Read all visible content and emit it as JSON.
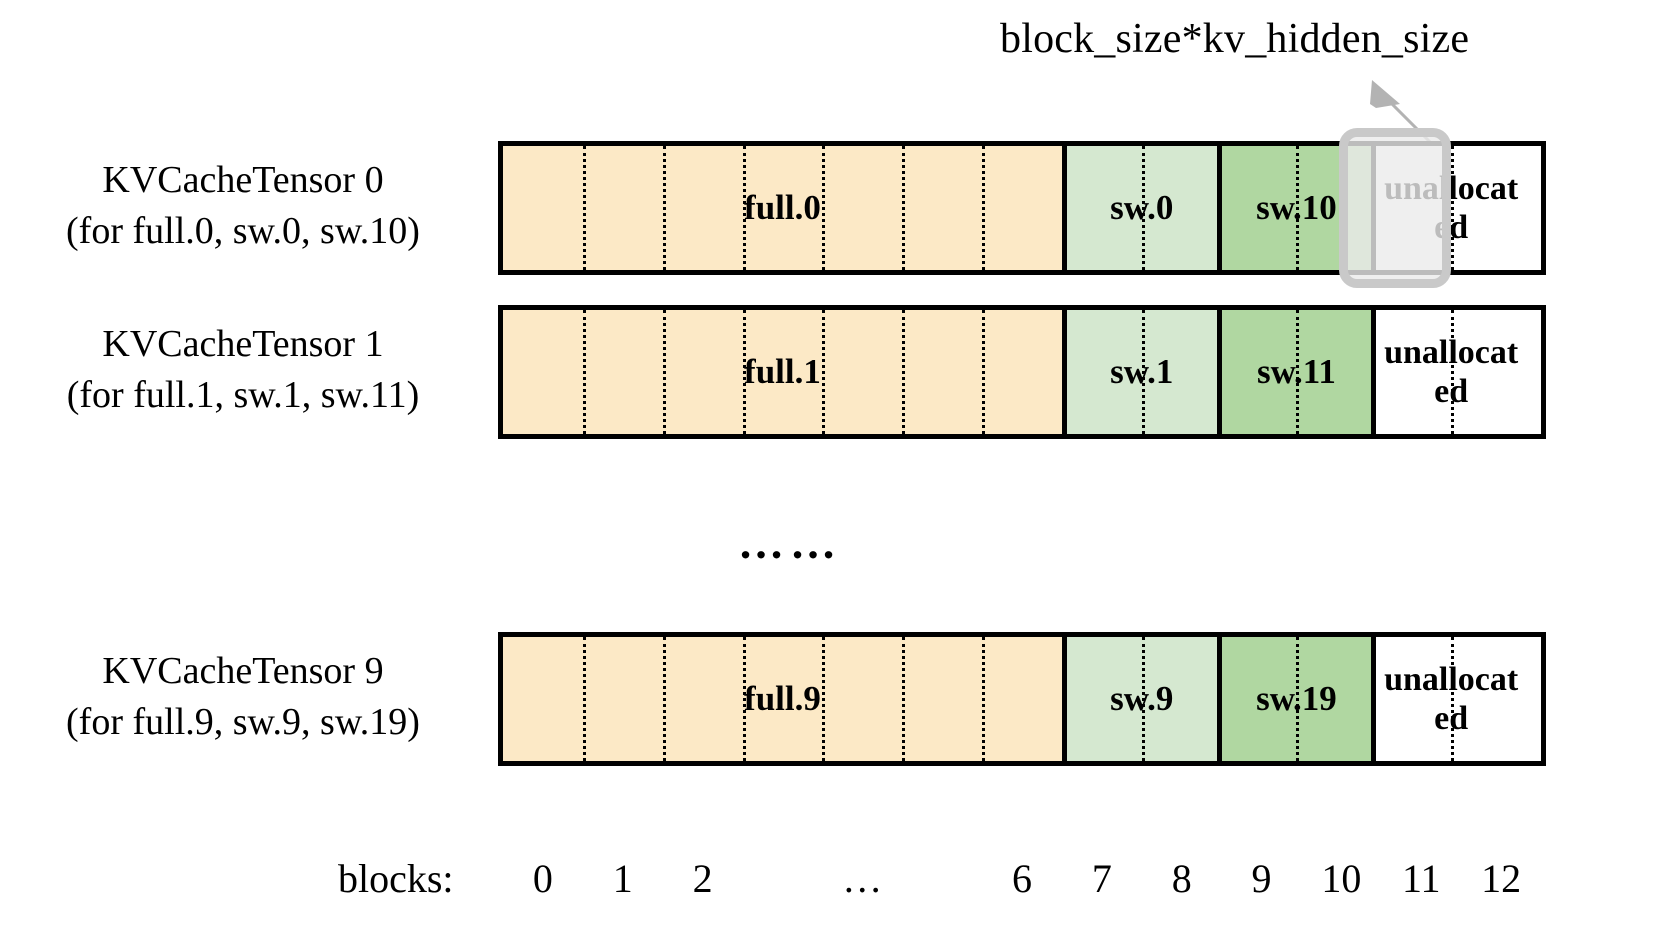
{
  "diagram": {
    "title_annotation": "block_size*kv_hidden_size",
    "mid_ellipsis": "……",
    "colors": {
      "full": "#fce9c6",
      "sw": "#d5e8d0",
      "sw_second": "#b0d7a1",
      "unallocated": "#ffffff",
      "border": "#000000",
      "highlight_border": "#c9c9c9",
      "highlight_fill": "#ebebeb",
      "arrow": "#b3b3b3"
    },
    "rows": [
      {
        "label_line1": "KVCacheTensor 0",
        "label_line2": "(for full.0, sw.0, sw.10)",
        "segments": [
          {
            "name": "full.0",
            "kind": "full",
            "blocks": 7
          },
          {
            "name": "sw.0",
            "kind": "sw",
            "blocks": 2
          },
          {
            "name": "sw.10",
            "kind": "sw_second",
            "blocks": 2
          },
          {
            "name": "unallocated",
            "kind": "unallocated",
            "blocks": 2
          }
        ]
      },
      {
        "label_line1": "KVCacheTensor 1",
        "label_line2": "(for full.1, sw.1, sw.11)",
        "segments": [
          {
            "name": "full.1",
            "kind": "full",
            "blocks": 7
          },
          {
            "name": "sw.1",
            "kind": "sw",
            "blocks": 2
          },
          {
            "name": "sw.11",
            "kind": "sw_second",
            "blocks": 2
          },
          {
            "name": "unallocated",
            "kind": "unallocated",
            "blocks": 2
          }
        ]
      },
      {
        "label_line1": "KVCacheTensor 9",
        "label_line2": "(for full.9, sw.9, sw.19)",
        "segments": [
          {
            "name": "full.9",
            "kind": "full",
            "blocks": 7
          },
          {
            "name": "sw.9",
            "kind": "sw",
            "blocks": 2
          },
          {
            "name": "sw.19",
            "kind": "sw_second",
            "blocks": 2
          },
          {
            "name": "unallocated",
            "kind": "unallocated",
            "blocks": 2
          }
        ]
      }
    ],
    "axis": {
      "caption": "blocks:",
      "ticks": [
        "0",
        "1",
        "2",
        "…",
        "6",
        "7",
        "8",
        "9",
        "10",
        "11",
        "12"
      ]
    }
  }
}
